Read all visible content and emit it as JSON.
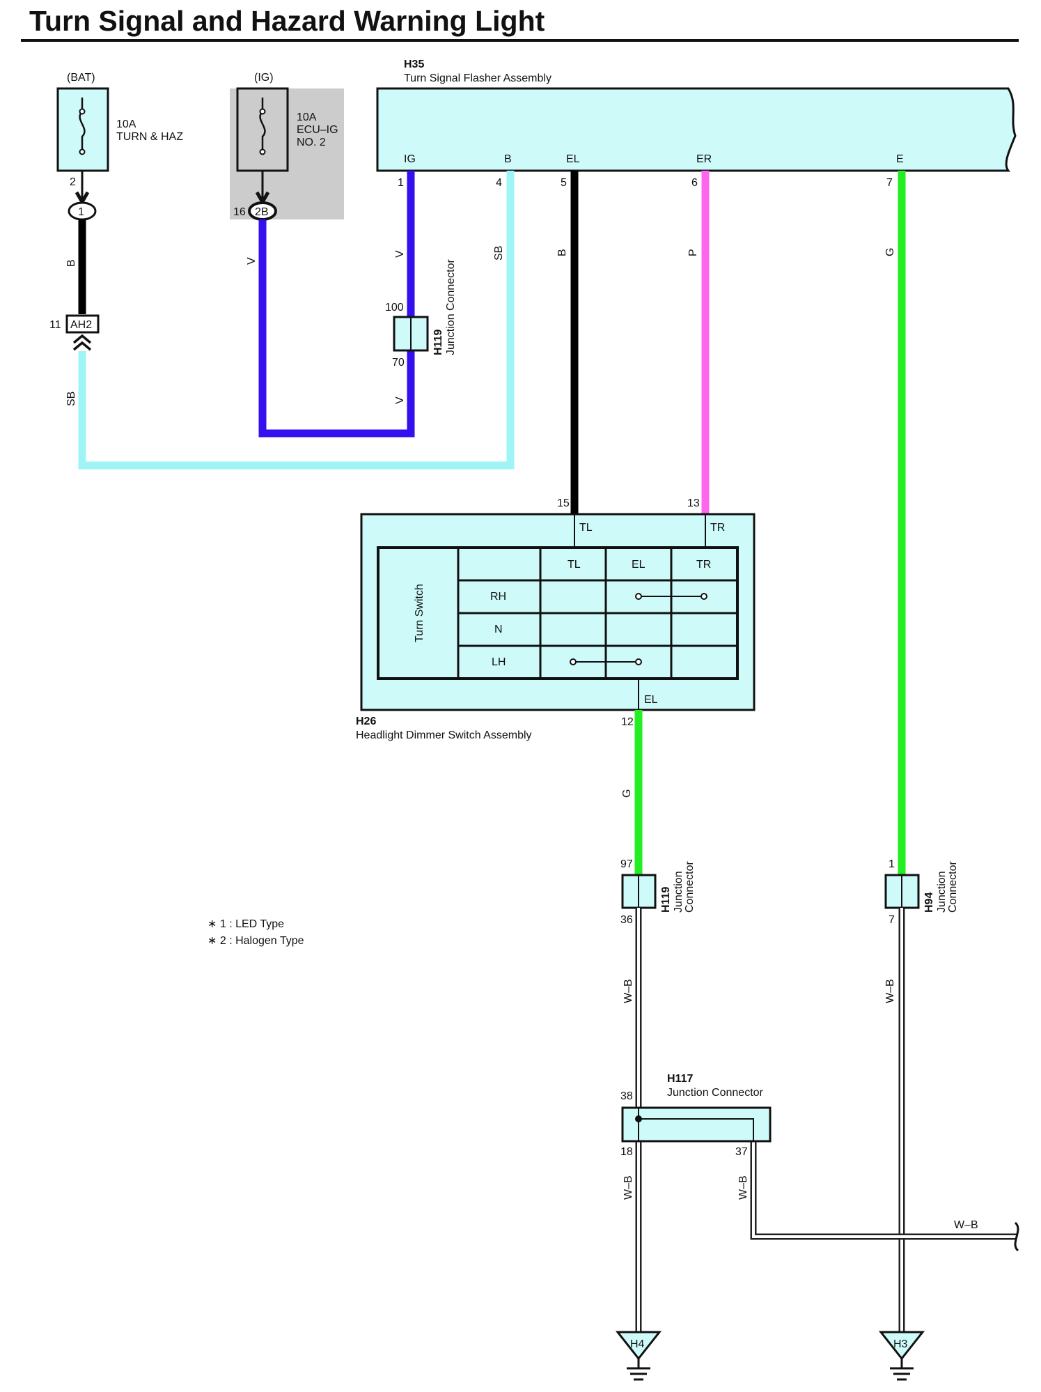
{
  "title": "Turn Signal and Hazard Warning Light",
  "colors": {
    "black": "#000000",
    "violet": "#3311ee",
    "sky_blue": "#9ff5f5",
    "pink": "#ff66ee",
    "green": "#22ee22",
    "white_black_outline": "#222222",
    "component_fill": "#cffafa",
    "shaded_area": "#cccccc"
  },
  "fuses": {
    "bat": {
      "source": "(BAT)",
      "rating": "10A",
      "name": "TURN & HAZ",
      "pin": "2",
      "connector": "1"
    },
    "ig": {
      "source": "(IG)",
      "rating": "10A",
      "name_line1": "ECU–IG",
      "name_line2": "NO. 2",
      "pin": "16",
      "connector": "2B"
    }
  },
  "flasher": {
    "id": "H35",
    "name": "Turn Signal Flasher Assembly",
    "terminals": [
      {
        "name": "IG",
        "pin": "1"
      },
      {
        "name": "B",
        "pin": "4"
      },
      {
        "name": "EL",
        "pin": "5"
      },
      {
        "name": "ER",
        "pin": "6"
      },
      {
        "name": "E",
        "pin": "7"
      }
    ]
  },
  "ah2": {
    "pin": "11",
    "connector": "AH2"
  },
  "wire_labels": {
    "b": "B",
    "v": "V",
    "sb": "SB",
    "p": "P",
    "g": "G",
    "wb": "W–B"
  },
  "h119_upper": {
    "id": "H119",
    "name": "Junction Connector",
    "pin_in": "100",
    "pin_out": "70"
  },
  "dimmer": {
    "id": "H26",
    "name": "Headlight Dimmer Switch Assembly",
    "pin_tl": "15",
    "pin_tr": "13",
    "pin_el": "12",
    "term_tl": "TL",
    "term_tr": "TR",
    "term_el": "EL",
    "switch_label": "Turn Switch",
    "columns": [
      "TL",
      "EL",
      "TR"
    ],
    "rows": [
      "RH",
      "N",
      "LH"
    ]
  },
  "h119_lower": {
    "id": "H119",
    "name_line1": "Junction",
    "name_line2": "Connector",
    "pin_in": "97",
    "pin_out": "36"
  },
  "h94": {
    "id": "H94",
    "name_line1": "Junction",
    "name_line2": "Connector",
    "pin_in": "1",
    "pin_out": "7"
  },
  "h117": {
    "id": "H117",
    "name": "Junction Connector",
    "pin_in": "38",
    "pin_out1": "18",
    "pin_out2": "37"
  },
  "grounds": {
    "left": "H4",
    "right": "H3"
  },
  "notes": [
    "∗ 1 : LED Type",
    "∗ 2 : Halogen Type"
  ]
}
